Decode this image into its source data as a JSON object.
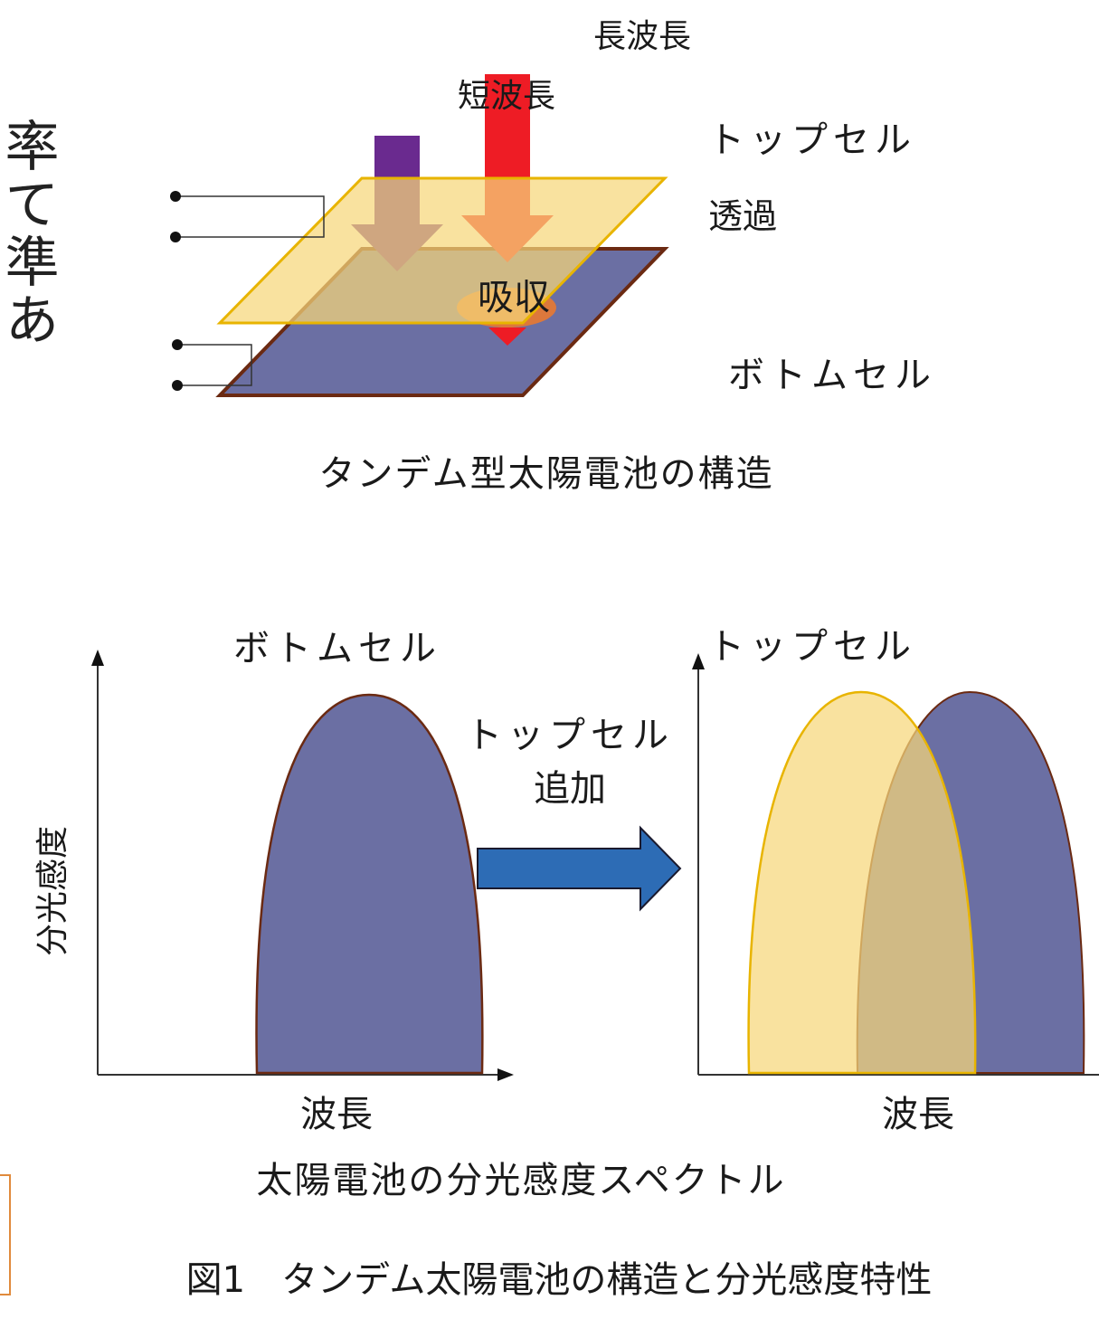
{
  "side_text": "率て準あ",
  "structure": {
    "long_wave": "長波長",
    "short_wave": "短波長",
    "top_cell": "トップセル",
    "transmit": "透過",
    "absorb": "吸収",
    "bottom_cell": "ボトムセル",
    "caption": "タンデム型太陽電池の構造"
  },
  "spectrum": {
    "left_title": "ボトムセル",
    "right_title": "トップセル",
    "y_label": "分光感度",
    "x_label_left": "波長",
    "x_label_right": "波長",
    "arrow_label_line1": "トップセル",
    "arrow_label_line2": "追加",
    "caption": "太陽電池の分光感度スペクトル"
  },
  "figure_caption": "図1　タンデム太陽電池の構造と分光感度特性",
  "colors": {
    "top_cell_fill": "#f7d77a",
    "top_cell_edge": "#e8b400",
    "bottom_cell_fill": "#6b6fa3",
    "bottom_cell_edge": "#6b2a12",
    "short_wave_arrow": "#ee1c25",
    "long_wave_arrow": "#6a2a8f",
    "add_arrow": "#2d6cb5"
  }
}
